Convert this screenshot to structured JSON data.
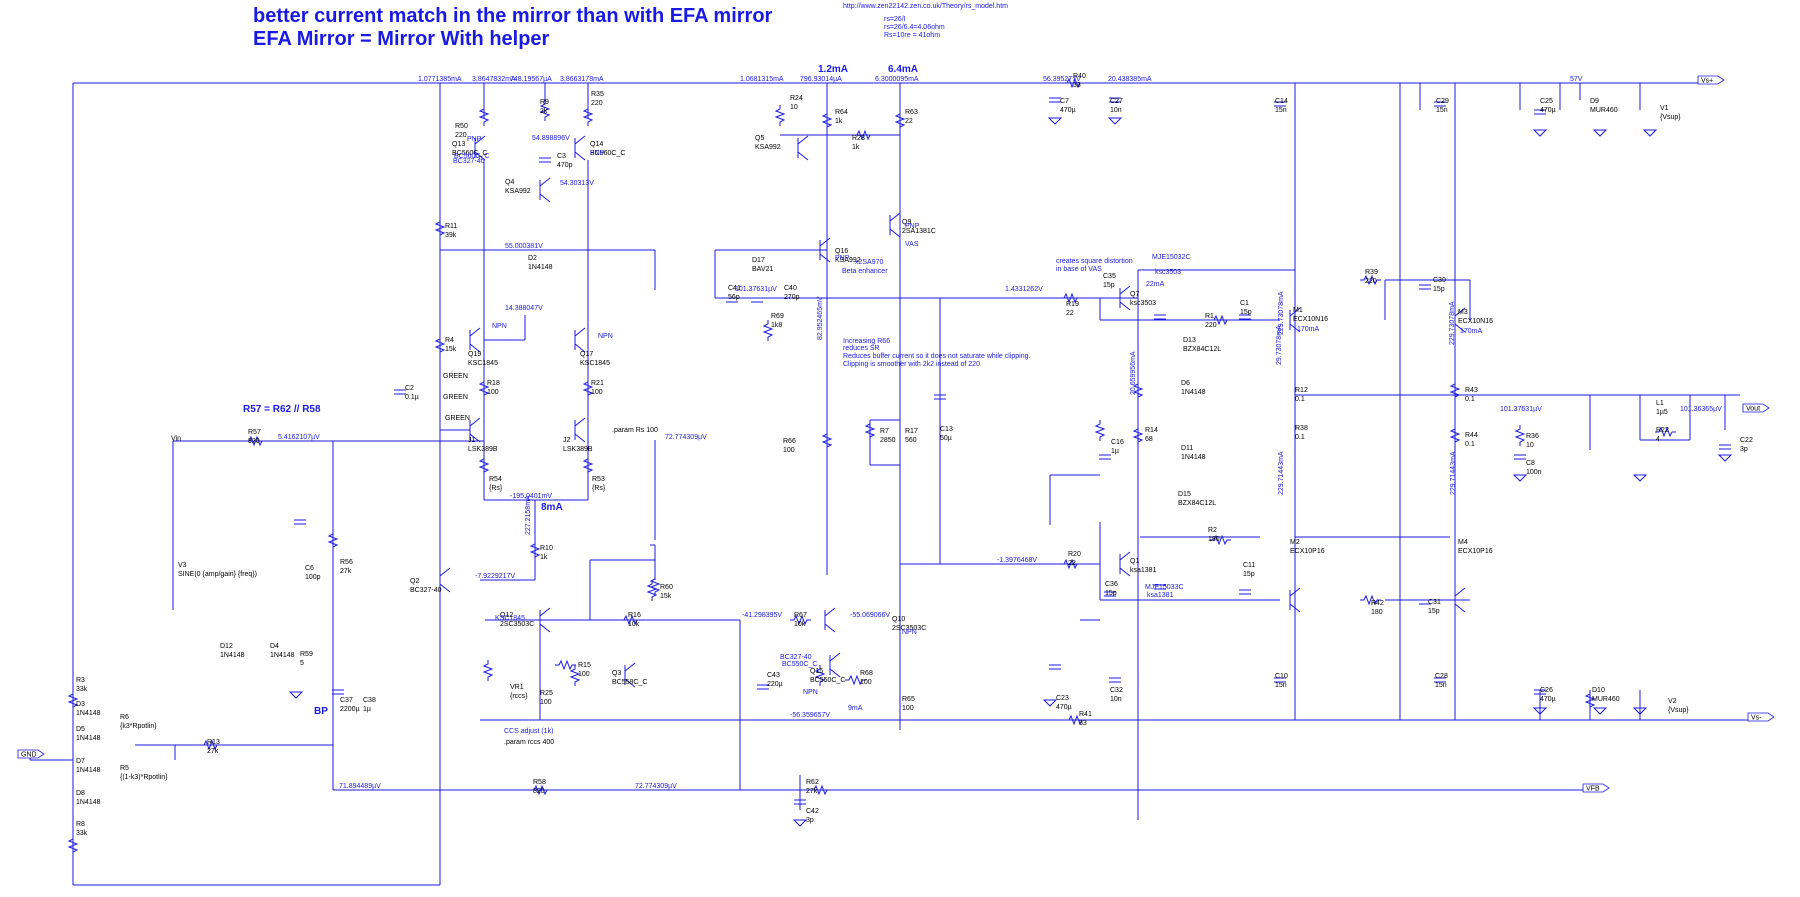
{
  "header": {
    "title_line1": "better current match in the mirror than with EFA mirror",
    "title_line2": "EFA Mirror = Mirror With helper",
    "url": "http://www.zen22142.zen.co.uk/Theory/rs_model.htm",
    "notes": [
      "rs=26/I",
      "rs=26/6.4=4.06ohm",
      "Rs=10re = 41ohm"
    ]
  },
  "components": [
    {
      "name": "R50",
      "value": "220"
    },
    {
      "name": "R9",
      "value": "2k"
    },
    {
      "name": "R35",
      "value": "220"
    },
    {
      "name": "Q13",
      "value": "BC560C_C"
    },
    {
      "name": "Q14",
      "value": "BC560C_C"
    },
    {
      "name": "Q4",
      "value": "KSA992"
    },
    {
      "name": "C3",
      "value": "470p"
    },
    {
      "name": "R11",
      "value": "39k"
    },
    {
      "name": "R24",
      "value": "10"
    },
    {
      "name": "R64",
      "value": "1k"
    },
    {
      "name": "R63",
      "value": "22"
    },
    {
      "name": "R23",
      "value": "1k"
    },
    {
      "name": "Q5",
      "value": "KSA992"
    },
    {
      "name": "Q9",
      "value": "2SA1381C"
    },
    {
      "name": "Q16",
      "value": "KSA992"
    },
    {
      "name": "R40",
      "value": "33"
    },
    {
      "name": "C7",
      "value": "470µ"
    },
    {
      "name": "C27",
      "value": "10n"
    },
    {
      "name": "C14",
      "value": "15n"
    },
    {
      "name": "C29",
      "value": "15n"
    },
    {
      "name": "C25",
      "value": "470µ"
    },
    {
      "name": "D9",
      "value": "MUR460"
    },
    {
      "name": "V1",
      "value": "{Vsup}"
    },
    {
      "name": "D2",
      "value": "1N4148"
    },
    {
      "name": "D17",
      "value": "BAV21"
    },
    {
      "name": "C41",
      "value": "56p"
    },
    {
      "name": "C40",
      "value": "270p"
    },
    {
      "name": "R69",
      "value": "1k8"
    },
    {
      "name": "R19",
      "value": "22"
    },
    {
      "name": "C35",
      "value": "15p"
    },
    {
      "name": "Q7",
      "value": "ksc3503"
    },
    {
      "name": "R39",
      "value": "220"
    },
    {
      "name": "C30",
      "value": "15p"
    },
    {
      "name": "M3",
      "value": "ECX10N16"
    },
    {
      "name": "R1",
      "value": "220"
    },
    {
      "name": "C1",
      "value": "15p"
    },
    {
      "name": "M1",
      "value": "ECX10N16"
    },
    {
      "name": "D13",
      "value": "BZX84C12L"
    },
    {
      "name": "D6",
      "value": "1N4148"
    },
    {
      "name": "R12",
      "value": "0.1"
    },
    {
      "name": "R43",
      "value": "0.1"
    },
    {
      "name": "Q19",
      "value": "KSC1845"
    },
    {
      "name": "Q17",
      "value": "KSC1845"
    },
    {
      "name": "R4",
      "value": "15k"
    },
    {
      "name": "C2",
      "value": "0.1µ"
    },
    {
      "name": "R18",
      "value": "100"
    },
    {
      "name": "R21",
      "value": "100"
    },
    {
      "name": "J1",
      "value": "LSK389B"
    },
    {
      "name": "J2",
      "value": "LSK389B"
    },
    {
      "name": "R54",
      "value": "{Rs}"
    },
    {
      "name": "R53",
      "value": "{Rs}"
    },
    {
      "name": "R57",
      "value": "820"
    },
    {
      "name": "R66",
      "value": "100"
    },
    {
      "name": "R7",
      "value": "2850"
    },
    {
      "name": "R17",
      "value": "560"
    },
    {
      "name": "C13",
      "value": "50µ"
    },
    {
      "name": "C16",
      "value": "1µ"
    },
    {
      "name": "R14",
      "value": "68"
    },
    {
      "name": "D11",
      "value": "1N4148"
    },
    {
      "name": "R38",
      "value": "0.1"
    },
    {
      "name": "R44",
      "value": "0.1"
    },
    {
      "name": "D15",
      "value": "BZX84C12L"
    },
    {
      "name": "R36",
      "value": "10"
    },
    {
      "name": "C8",
      "value": "100n"
    },
    {
      "name": "L1",
      "value": "1µ5"
    },
    {
      "name": "R22",
      "value": "4"
    },
    {
      "name": "C22",
      "value": "3p"
    },
    {
      "name": "V3",
      "value": "SINE(0 {amp/gain} {freq})"
    },
    {
      "name": "C6",
      "value": "100p"
    },
    {
      "name": "R56",
      "value": "27k"
    },
    {
      "name": "R10",
      "value": "1k"
    },
    {
      "name": "R60",
      "value": "15k"
    },
    {
      "name": "Q2",
      "value": "BC327-40"
    },
    {
      "name": "R20",
      "value": "22"
    },
    {
      "name": "Q1",
      "value": "ksa1381"
    },
    {
      "name": "C36",
      "value": "15p"
    },
    {
      "name": "R2",
      "value": "180"
    },
    {
      "name": "C11",
      "value": "15p"
    },
    {
      "name": "M2",
      "value": "ECX10P16"
    },
    {
      "name": "M4",
      "value": "ECX10P16"
    },
    {
      "name": "R42",
      "value": "180"
    },
    {
      "name": "C31",
      "value": "15p"
    },
    {
      "name": "R16",
      "value": "10k"
    },
    {
      "name": "R67",
      "value": "10k"
    },
    {
      "name": "Q10",
      "value": "2SC3503C"
    },
    {
      "name": "Q12",
      "value": "2SC3503C"
    },
    {
      "name": "D12",
      "value": "1N4148"
    },
    {
      "name": "D4",
      "value": "1N4148"
    },
    {
      "name": "R59",
      "value": "5"
    },
    {
      "name": "R15",
      "value": "100"
    },
    {
      "name": "Q3",
      "value": "BC558C_C"
    },
    {
      "name": "VR1",
      "value": "{rccs}"
    },
    {
      "name": "R25",
      "value": "100"
    },
    {
      "name": "C43",
      "value": "220µ"
    },
    {
      "name": "Q15",
      "value": "BC550C_C"
    },
    {
      "name": "R68",
      "value": "100"
    },
    {
      "name": "R65",
      "value": "100"
    },
    {
      "name": "C23",
      "value": "470µ"
    },
    {
      "name": "C32",
      "value": "10n"
    },
    {
      "name": "C10",
      "value": "15n"
    },
    {
      "name": "C28",
      "value": "15n"
    },
    {
      "name": "C26",
      "value": "470µ"
    },
    {
      "name": "D10",
      "value": "MUR460"
    },
    {
      "name": "V2",
      "value": "{Vsup}"
    },
    {
      "name": "R3",
      "value": "33k"
    },
    {
      "name": "D3",
      "value": "1N4148"
    },
    {
      "name": "D5",
      "value": "1N4148"
    },
    {
      "name": "D7",
      "value": "1N4148"
    },
    {
      "name": "D8",
      "value": "1N4148"
    },
    {
      "name": "R8",
      "value": "33k"
    },
    {
      "name": "R6",
      "value": "{k3*Rpotlin}"
    },
    {
      "name": "R5",
      "value": "{(1-k3)*Rpotlin}"
    },
    {
      "name": "R13",
      "value": "27k"
    },
    {
      "name": "C37",
      "value": "2200µ"
    },
    {
      "name": "C38",
      "value": "1µ"
    },
    {
      "name": "R41",
      "value": "33"
    },
    {
      "name": "R58",
      "value": "820"
    },
    {
      "name": "R62",
      "value": "27k"
    },
    {
      "name": "C42",
      "value": "3p"
    }
  ],
  "node_labels": {
    "n1": "1.0771385mA",
    "n2": "3.8647832mA",
    "n3": "748.19567µA",
    "n4": "3.8663178mA",
    "n5": "1.0681315mA",
    "n6": "796.93014µA",
    "n7": "6.3000095mA",
    "n8": "56.395277V",
    "n9": "20.438385mA",
    "n10": "54.898896V",
    "n11": "54.30313V",
    "n12": "55.000381V",
    "n13": "14.388047V",
    "n14": "101.37631µV",
    "n15": "1.4331262V",
    "n16": "5.4162107µV",
    "n17": "72.774309µV",
    "n18": "-195.0401mV",
    "n19": "-7.9229217V",
    "n20": "-41.298395V",
    "n21": "-55.069066V",
    "n22": "-1.3976468V",
    "n23": "-56.359657V",
    "n24": "71.894489µV",
    "n25": "72.774309µV",
    "n26": "82.952465mV",
    "n27": "29.73078mA",
    "n28": "20.659956mA",
    "n29": "227.2158mA",
    "n30": "229.73078mA",
    "n31": "229.73078mA",
    "n32": "229.71443mA",
    "n33": "229.71443mA",
    "n34": "101.37631µV",
    "n35": "101.36365µV"
  },
  "annotations": {
    "a1": "1.2mA",
    "a2": "6.4mA",
    "a3": "8mA",
    "a4": "22mA",
    "a5": "170mA",
    "a6": "170mA",
    "a7": "9mA",
    "a8": "57V",
    "a9": "R57 = R62 // R58",
    "a10": "BP",
    "a11": "creates square distortion",
    "a12": "in base of VAS",
    "a13": "Increasing R66",
    "a14": "reduces SR",
    "a15": "Reduces buffer current so it does not saturate while clipping.",
    "a16": "Clipping is smoother with 2k2 instead of 220",
    "a17": "CCS adjust (1k)",
    "a18": ".param rccs 400",
    ".param_rs": ".param Rs 100",
    "a19": "Beta enhancer",
    "a20": "x2SA970",
    "a21": "MJE15032C",
    "a22": "ksc3503",
    "a23": "MJE15033C",
    "a24": "ksa1381",
    "a25": "BC327-40",
    "a26": "BC550C_C",
    "a27": "KSC1845",
    "a28": "BC560C_C",
    "a29": "BC327-40",
    "a30": "PNP",
    "a31": "PNP",
    "a32": "PNP",
    "a33": "NPN",
    "a34": "NPN",
    "a35": "NPN",
    "a36": "NPN",
    "a37": "VAS",
    "a38": "PNP",
    "a39": "GREEN",
    "a40": "GREEN",
    "a41": "GREEN"
  },
  "ports": {
    "vplus": "Vs+",
    "vminus": "Vs-",
    "vout": "Vout",
    "vfb": "VFB",
    "vin": "Vin",
    "gnd": "GND"
  }
}
